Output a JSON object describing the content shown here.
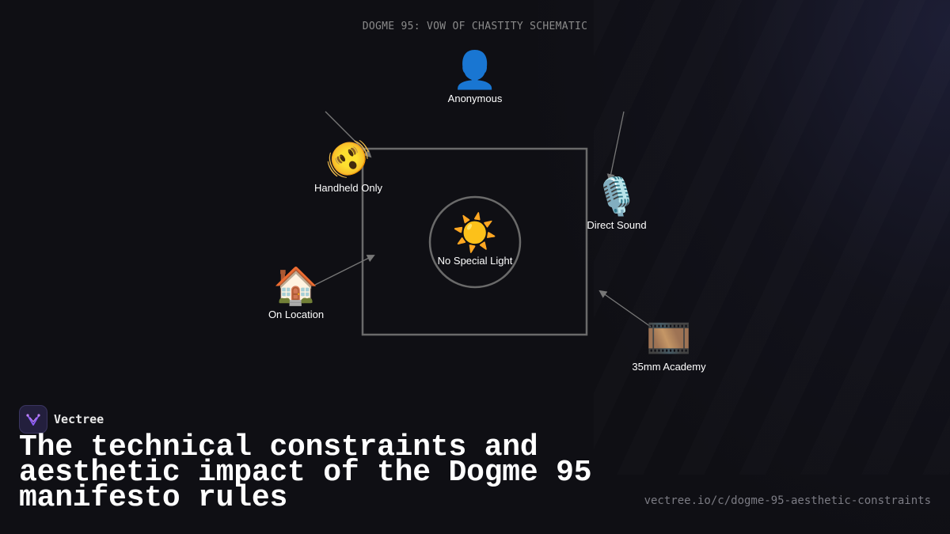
{
  "diagram": {
    "title": "DOGME 95: VOW OF CHASTITY SCHEMATIC",
    "center": {
      "icon": "sun-icon",
      "glyph": "☀️",
      "label": "No Special Light"
    },
    "nodes": [
      {
        "id": "anonymous",
        "icon": "person-silhouette-icon",
        "glyph": "👤",
        "label": "Anonymous"
      },
      {
        "id": "handheld",
        "icon": "shaking-face-icon",
        "glyph": "🫨",
        "label": "Handheld Only"
      },
      {
        "id": "direct-sound",
        "icon": "microphone-icon",
        "glyph": "🎙️",
        "label": "Direct Sound"
      },
      {
        "id": "on-location",
        "icon": "house-icon",
        "glyph": "🏠",
        "label": "On Location"
      },
      {
        "id": "35mm",
        "icon": "film-frames-icon",
        "glyph": "🎞️",
        "label": "35mm Academy"
      }
    ],
    "colors": {
      "frame": "#6a6a6a",
      "link": "#777777",
      "background": "#0f0f14"
    }
  },
  "brand": {
    "name": "Vectree",
    "logo_icon": "vectree-logo-icon",
    "accent": "#8b5cf6"
  },
  "headline": "The technical constraints and aesthetic impact of the Dogme 95 manifesto rules",
  "url": "vectree.io/c/dogme-95-aesthetic-constraints"
}
